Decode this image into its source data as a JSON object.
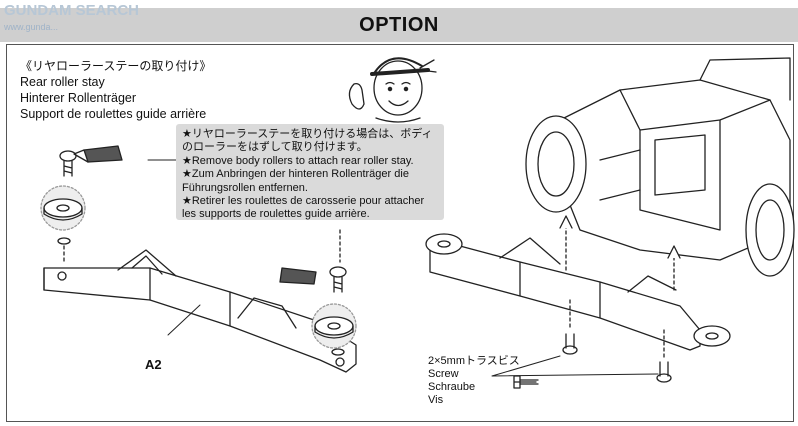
{
  "watermark": {
    "main": "GUNDAM SEARCH",
    "sub": "www.gunda..."
  },
  "header": {
    "title": "OPTION"
  },
  "titles": {
    "jp": "《リヤローラーステーの取り付け》",
    "en": "Rear roller stay",
    "de": "Hinterer Rollenträger",
    "fr": "Support de roulettes guide arrière"
  },
  "note": {
    "lines": [
      "★リヤローラーステーを取り付ける場合は、ボディ",
      "のローラーをはずして取り付けます。",
      "★Remove body rollers to attach rear roller stay.",
      "★Zum Anbringen der hinteren Rollenträger die",
      "Führungsrollen entfernen.",
      "★Retirer les roulettes de carosserie pour attacher",
      "les supports de roulettes guide arrière."
    ]
  },
  "part_label": "A2",
  "screw": {
    "jp": "2×5mmトラスビス",
    "en": "Screw",
    "de": "Schraube",
    "fr": "Vis"
  },
  "colors": {
    "header_band": "#cfcfcf",
    "note_bg": "#dadada",
    "line": "#222222"
  }
}
